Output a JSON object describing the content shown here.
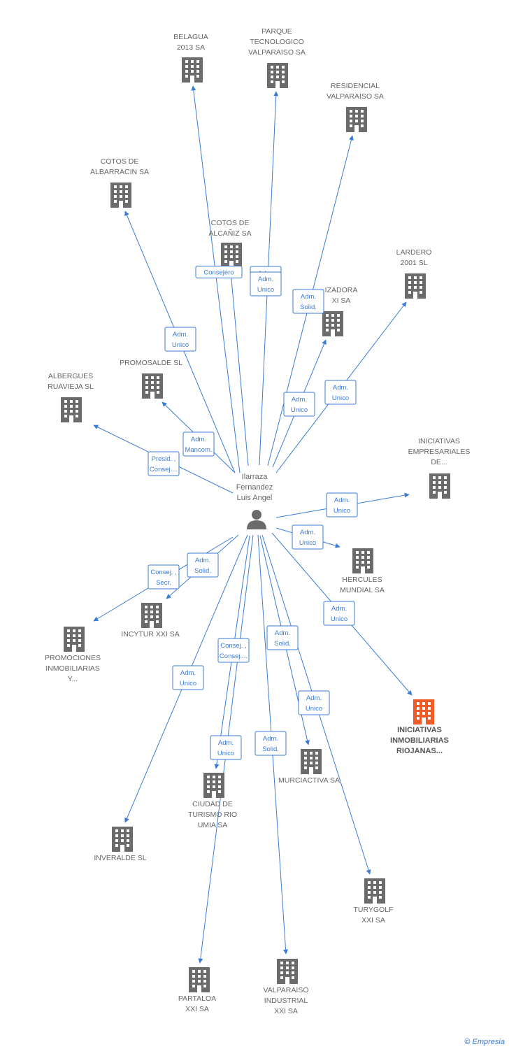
{
  "colors": {
    "edge": "#3a7bd5",
    "building": "#6b6b6b",
    "highlight": "#ee5a2a",
    "text": "#666666"
  },
  "person": {
    "name_lines": [
      "Ilarraza",
      "Fernandez",
      "Luis Angel"
    ],
    "icon": "person-icon"
  },
  "companies": [
    {
      "id": "belagua",
      "lines": [
        "BELAGUA",
        "2013 SA"
      ]
    },
    {
      "id": "parque",
      "lines": [
        "PARQUE",
        "TECNOLOGICO",
        "VALPARAISO SA"
      ]
    },
    {
      "id": "residencial",
      "lines": [
        "RESIDENCIAL",
        "VALPARAISO SA"
      ]
    },
    {
      "id": "cotos-albarracin",
      "lines": [
        "COTOS DE",
        "ALBARRACIN SA"
      ]
    },
    {
      "id": "cotos-alcaniz",
      "lines": [
        "COTOS DE",
        "ALCAÑIZ SA"
      ]
    },
    {
      "id": "lardero",
      "lines": [
        "LARDERO",
        "2001 SL"
      ]
    },
    {
      "id": "urbanizadora",
      "lines": [
        "IZADORA",
        "XI SA"
      ]
    },
    {
      "id": "promosalde",
      "lines": [
        "PROMOSALDE SL"
      ]
    },
    {
      "id": "albergues",
      "lines": [
        "ALBERGUES",
        "RUAVIEJA  SL"
      ]
    },
    {
      "id": "iniciativas-emp",
      "lines": [
        "INICIATIVAS",
        "EMPRESARIALES",
        "DE..."
      ]
    },
    {
      "id": "hercules",
      "lines": [
        "HERCULES",
        "MUNDIAL SA"
      ]
    },
    {
      "id": "incytur",
      "lines": [
        "INCYTUR XXI SA"
      ]
    },
    {
      "id": "promociones",
      "lines": [
        "PROMOCIONES",
        "INMOBILIARIAS",
        "Y..."
      ]
    },
    {
      "id": "iniciativas-rio",
      "lines": [
        "INICIATIVAS",
        "INMOBILIARIAS",
        "RIOJANAS..."
      ],
      "highlight": true
    },
    {
      "id": "murciactiva",
      "lines": [
        "MURCIACTIVA SA"
      ]
    },
    {
      "id": "ciudad",
      "lines": [
        "CIUDAD DE",
        "TURISMO RIO",
        "UMIA SA"
      ]
    },
    {
      "id": "inveralde",
      "lines": [
        "INVERALDE SL"
      ]
    },
    {
      "id": "turygolf",
      "lines": [
        "TURYGOLF",
        "XXI SA"
      ]
    },
    {
      "id": "partaloa",
      "lines": [
        "PARTALOA",
        "XXI SA"
      ]
    },
    {
      "id": "valparaiso-ind",
      "lines": [
        "VALPARAISO",
        "INDUSTRIAL",
        "XXI SA"
      ]
    }
  ],
  "roles": [
    {
      "to": "cotos-alcaniz",
      "lines": [
        "Consejero"
      ]
    },
    {
      "to": "parque",
      "lines": [
        "Adm.",
        "Solid."
      ]
    },
    {
      "to": "residencial",
      "lines": [
        "Adm.",
        "Solid."
      ]
    },
    {
      "to": "cotos-albarracin",
      "lines": [
        "Adm.",
        "Unico"
      ]
    },
    {
      "to": "belagua",
      "lines": [
        "Adm.",
        "Unico"
      ]
    },
    {
      "to": "lardero",
      "lines": [
        "Adm.",
        "Unico"
      ]
    },
    {
      "to": "urbanizadora",
      "lines": [
        "Adm.",
        "Unico"
      ]
    },
    {
      "to": "promosalde",
      "lines": [
        "Adm.",
        "Mancom."
      ]
    },
    {
      "to": "albergues",
      "lines": [
        "Presid. ,",
        "Consej...."
      ]
    },
    {
      "to": "iniciativas-emp",
      "lines": [
        "Adm.",
        "Unico"
      ]
    },
    {
      "to": "hercules",
      "lines": [
        "Adm.",
        "Unico"
      ]
    },
    {
      "to": "incytur",
      "lines": [
        "Adm.",
        "Solid."
      ]
    },
    {
      "to": "promociones",
      "lines": [
        "Consej. ,",
        "Secr."
      ]
    },
    {
      "to": "iniciativas-rio",
      "lines": [
        "Adm.",
        "Unico"
      ]
    },
    {
      "to": "murciactiva",
      "lines": [
        "Adm.",
        "Solid."
      ]
    },
    {
      "to": "ciudad",
      "lines": [
        "Consej. ,",
        "Consej...."
      ]
    },
    {
      "to": "inveralde",
      "lines": [
        "Adm.",
        "Unico"
      ]
    },
    {
      "to": "turygolf",
      "lines": [
        "Adm.",
        "Unico"
      ]
    },
    {
      "to": "partaloa",
      "lines": [
        "Adm.",
        "Unico"
      ]
    },
    {
      "to": "valparaiso-ind",
      "lines": [
        "Adm.",
        "Solid."
      ]
    }
  ],
  "footer": {
    "copyright": "©",
    "brand": "Empresia"
  }
}
